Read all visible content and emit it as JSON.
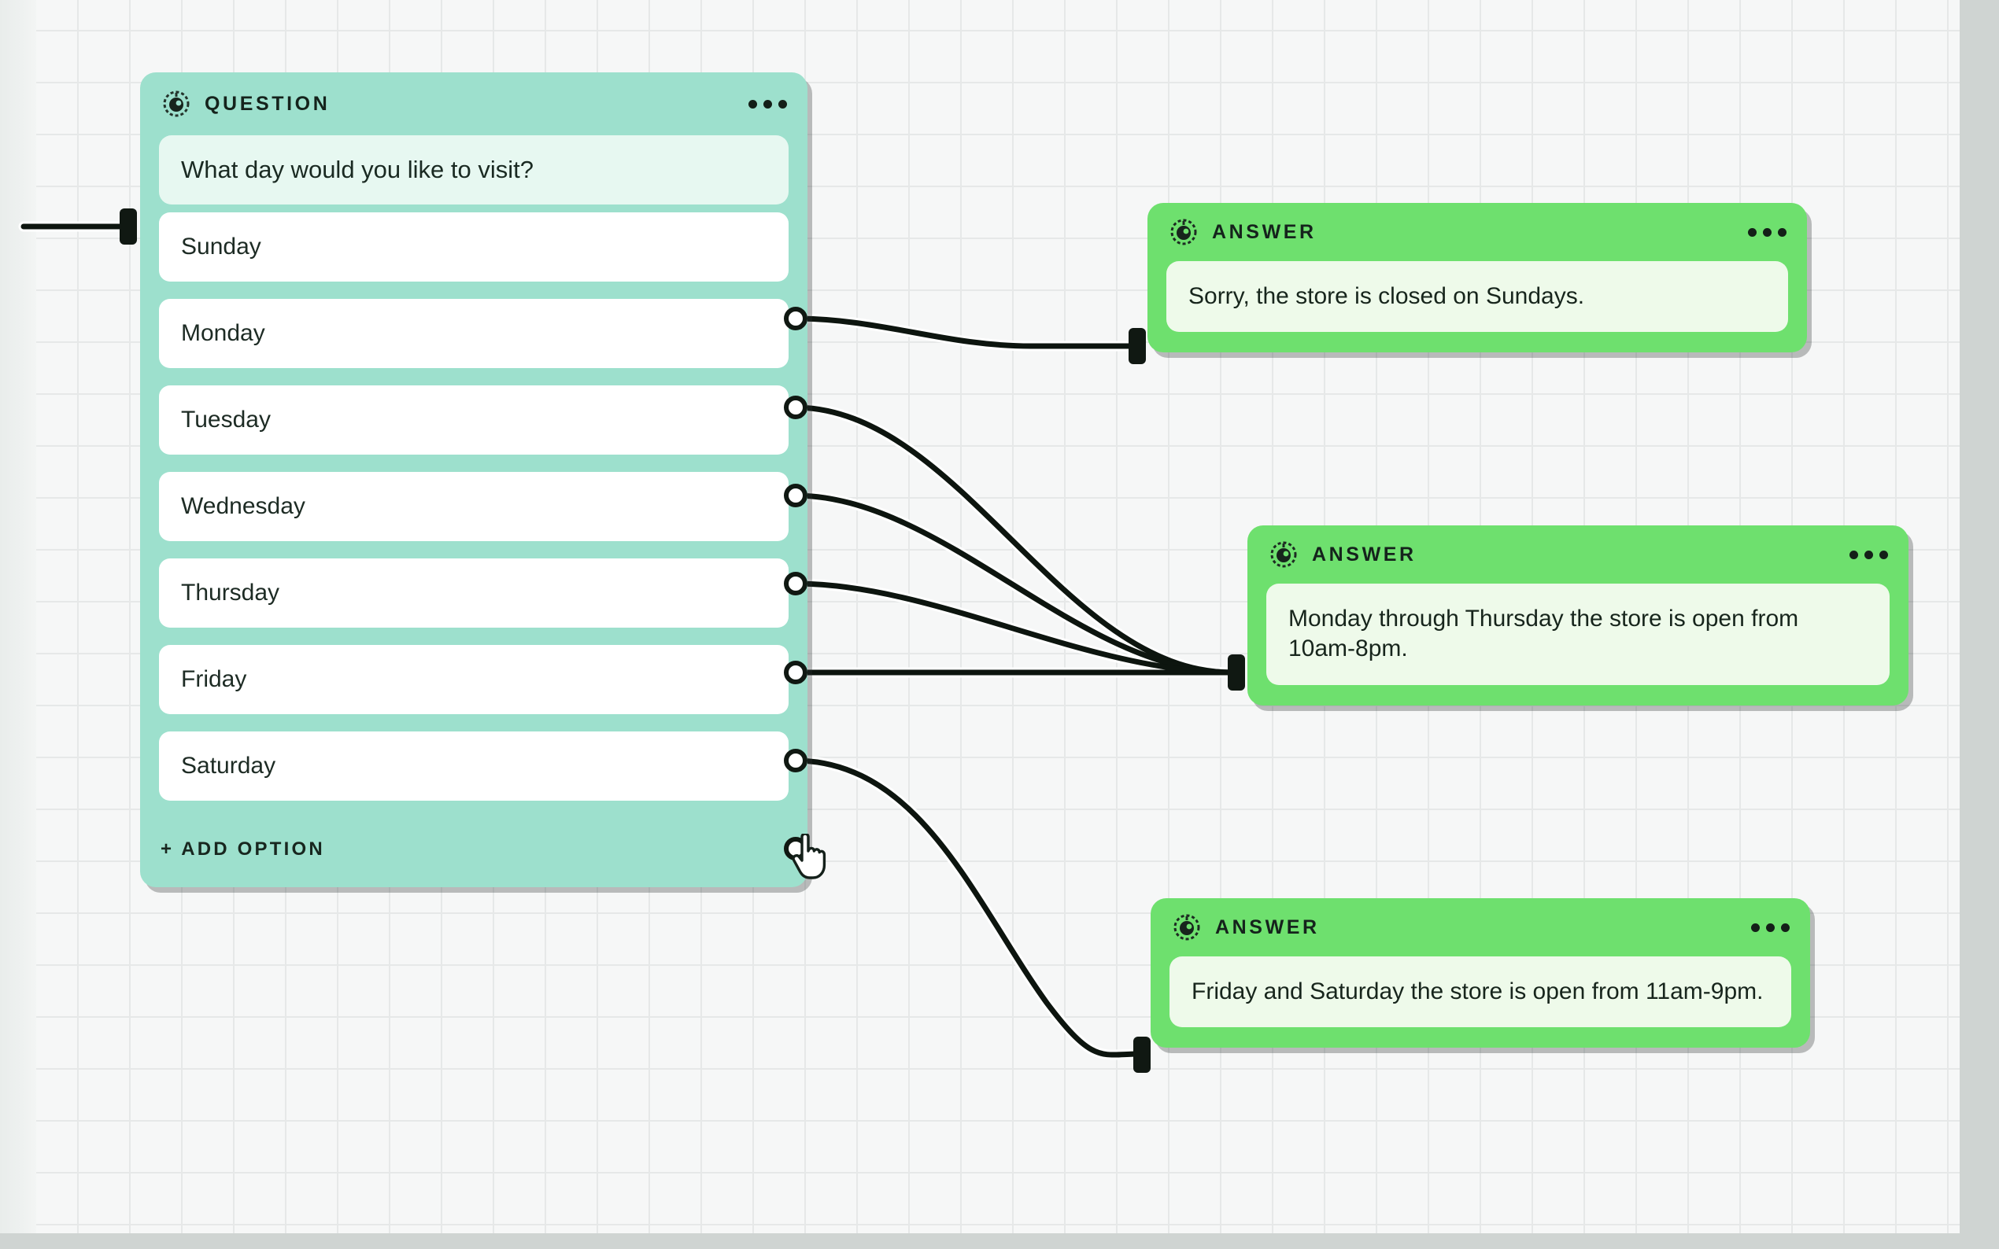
{
  "canvas": {
    "background_color": "#f6f7f7",
    "grid_color": "#e6e8e8",
    "frame_color": "#cfd4d2"
  },
  "question_node": {
    "icon": "chat-bot-icon",
    "title": "QUESTION",
    "menu_icon": "more-options-icon",
    "accent_color": "#9de0cd",
    "prompt": "What day would you like to visit?",
    "options": [
      {
        "label": "Sunday",
        "port": "output-port-sunday"
      },
      {
        "label": "Monday",
        "port": "output-port-monday"
      },
      {
        "label": "Tuesday",
        "port": "output-port-tuesday"
      },
      {
        "label": "Wednesday",
        "port": "output-port-wednesday"
      },
      {
        "label": "Thursday",
        "port": "output-port-thursday"
      },
      {
        "label": "Friday",
        "port": "output-port-friday"
      },
      {
        "label": "Saturday",
        "port": "output-port-saturday"
      }
    ],
    "add_option_label": "+ ADD OPTION"
  },
  "answer_nodes": [
    {
      "icon": "chat-bot-icon",
      "title": "ANSWER",
      "menu_icon": "more-options-icon",
      "accent_color": "#6ee06e",
      "text": "Sorry, the store is closed on Sundays."
    },
    {
      "icon": "chat-bot-icon",
      "title": "ANSWER",
      "menu_icon": "more-options-icon",
      "accent_color": "#6ee06e",
      "text": "Monday through Thursday the store is open from 10am-8pm."
    },
    {
      "icon": "chat-bot-icon",
      "title": "ANSWER",
      "menu_icon": "more-options-icon",
      "accent_color": "#6ee06e",
      "text": "Friday and Saturday the store is open from 11am-9pm."
    }
  ],
  "connections": [
    {
      "from": "Sunday",
      "to": "Sorry, the store is closed on Sundays."
    },
    {
      "from": "Monday",
      "to": "Monday through Thursday the store is open from 10am-8pm."
    },
    {
      "from": "Tuesday",
      "to": "Monday through Thursday the store is open from 10am-8pm."
    },
    {
      "from": "Wednesday",
      "to": "Monday through Thursday the store is open from 10am-8pm."
    },
    {
      "from": "Thursday",
      "to": "Monday through Thursday the store is open from 10am-8pm."
    },
    {
      "from": "Friday",
      "to": "Friday and Saturday the store is open from 11am-9pm."
    }
  ],
  "cursor": {
    "icon": "pointing-hand-cursor",
    "over": "output-port-saturday"
  }
}
